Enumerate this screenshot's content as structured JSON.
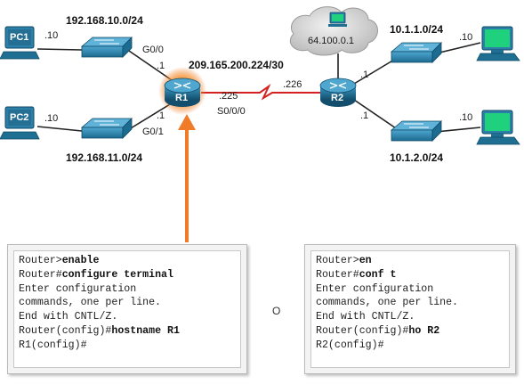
{
  "topology": {
    "pc1": {
      "label": "PC1",
      "ip": ".10"
    },
    "pc2": {
      "label": "PC2",
      "ip": ".10"
    },
    "r1": {
      "label": "R1"
    },
    "r2": {
      "label": "R2"
    },
    "lan_r1_g00": {
      "network": "192.168.10.0/24",
      "interface": "G0/0",
      "gateway": ".1"
    },
    "lan_r1_g01": {
      "network": "192.168.11.0/24",
      "interface": "G0/1",
      "gateway": ".1"
    },
    "wan": {
      "network": "209.165.200.224/30",
      "r1_ip": ".225",
      "r2_ip": ".226",
      "r1_interface": "S0/0/0"
    },
    "isp": {
      "ip": "64.100.0.1"
    },
    "lan_r2_top": {
      "network": "10.1.1.0/24",
      "gateway": ".1",
      "host_ip": ".10"
    },
    "lan_r2_bottom": {
      "network": "10.1.2.0/24",
      "gateway": ".1",
      "host_ip": ".10"
    }
  },
  "colors": {
    "router": "#1f6f93",
    "switch": "#2a7fa7",
    "pc": "#2c7fa8",
    "highlight": "#f07c2a",
    "serial": "#d62020"
  },
  "icons": {
    "router": "router-icon",
    "switch": "switch-icon",
    "pc": "pc-icon",
    "cloud": "cloud-icon"
  },
  "r1_cli": {
    "lines": [
      {
        "prompt": "Router>",
        "cmd": "enable"
      },
      {
        "prompt": "Router#",
        "cmd": "configure terminal"
      },
      {
        "prompt": "Enter configuration",
        "cmd": ""
      },
      {
        "prompt": "commands, one per line.",
        "cmd": ""
      },
      {
        "prompt": "End with CNTL/Z.",
        "cmd": ""
      },
      {
        "prompt": "Router(config)#",
        "cmd": "hostname R1"
      },
      {
        "prompt": "R1(config)#",
        "cmd": ""
      }
    ]
  },
  "separator": "O",
  "r2_cli": {
    "lines": [
      {
        "prompt": "Router>",
        "cmd": "en"
      },
      {
        "prompt": "Router#",
        "cmd": "conf t"
      },
      {
        "prompt": "Enter configuration",
        "cmd": ""
      },
      {
        "prompt": "commands, one per line.",
        "cmd": ""
      },
      {
        "prompt": "End with CNTL/Z.",
        "cmd": ""
      },
      {
        "prompt": "Router(config)#",
        "cmd": "ho R2"
      },
      {
        "prompt": "R2(config)#",
        "cmd": ""
      }
    ]
  }
}
